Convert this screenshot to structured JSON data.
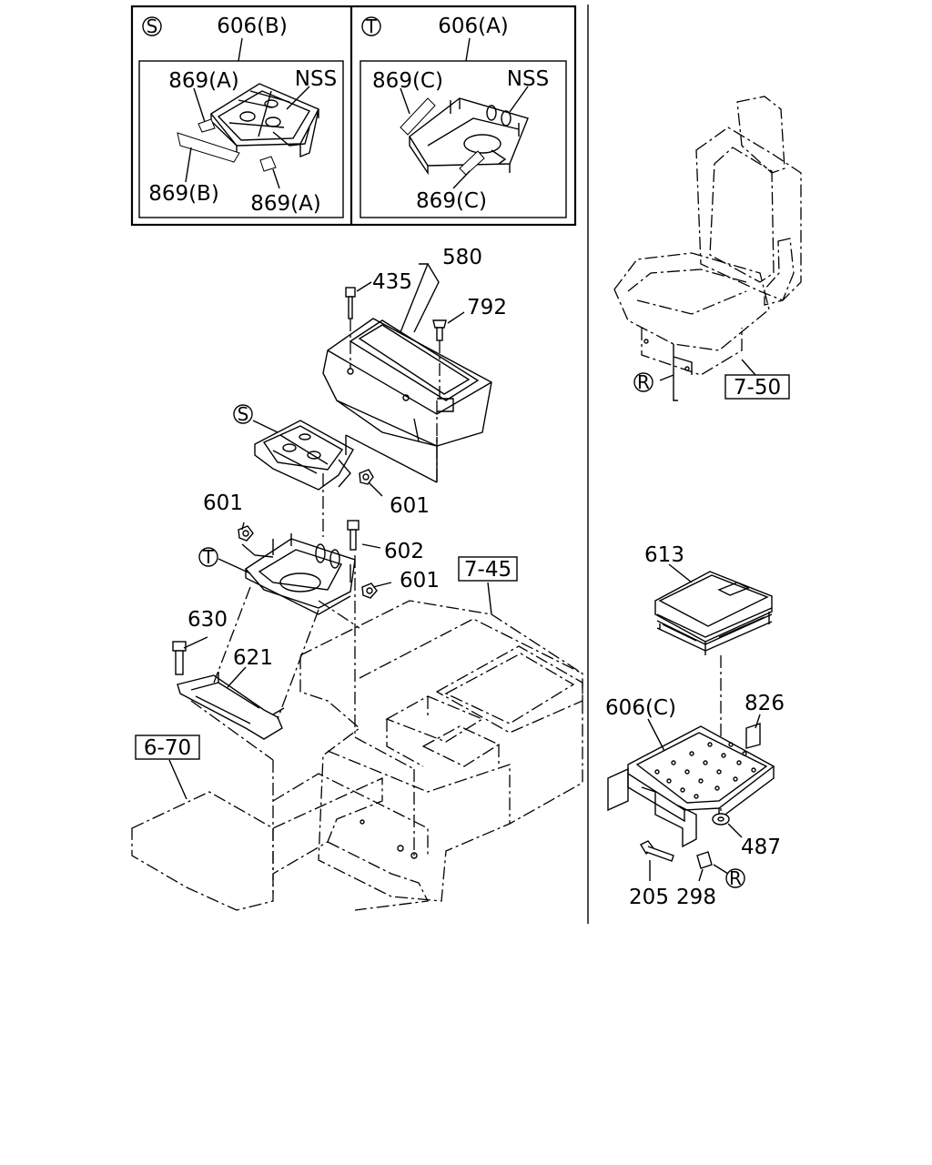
{
  "inset_s": {
    "marker": "S",
    "title": "606(B)",
    "labels": {
      "top_left": "869(A)",
      "top_right": "NSS",
      "bottom_left": "869(B)",
      "bottom_right": "869(A)"
    }
  },
  "inset_t": {
    "marker": "T",
    "title": "606(A)",
    "labels": {
      "top_left": "869(C)",
      "top_right": "NSS",
      "bottom": "869(C)"
    }
  },
  "main": {
    "callouts": {
      "c580": "580",
      "c435": "435",
      "c792": "792",
      "marker_s": "S",
      "c601_left": "601",
      "c601_mid": "601",
      "c601_right": "601",
      "c602": "602",
      "marker_t": "T",
      "c630": "630",
      "c621": "621"
    },
    "refs": {
      "ref_7_45": "7-45",
      "ref_6_70": "6-70"
    }
  },
  "right": {
    "seat_ref": "7-50",
    "marker_r_seat": "R",
    "callouts": {
      "c613": "613",
      "c606c": "606(C)",
      "c826": "826",
      "c487": "487",
      "c205": "205",
      "c298": "298",
      "marker_r_bracket": "R"
    }
  }
}
